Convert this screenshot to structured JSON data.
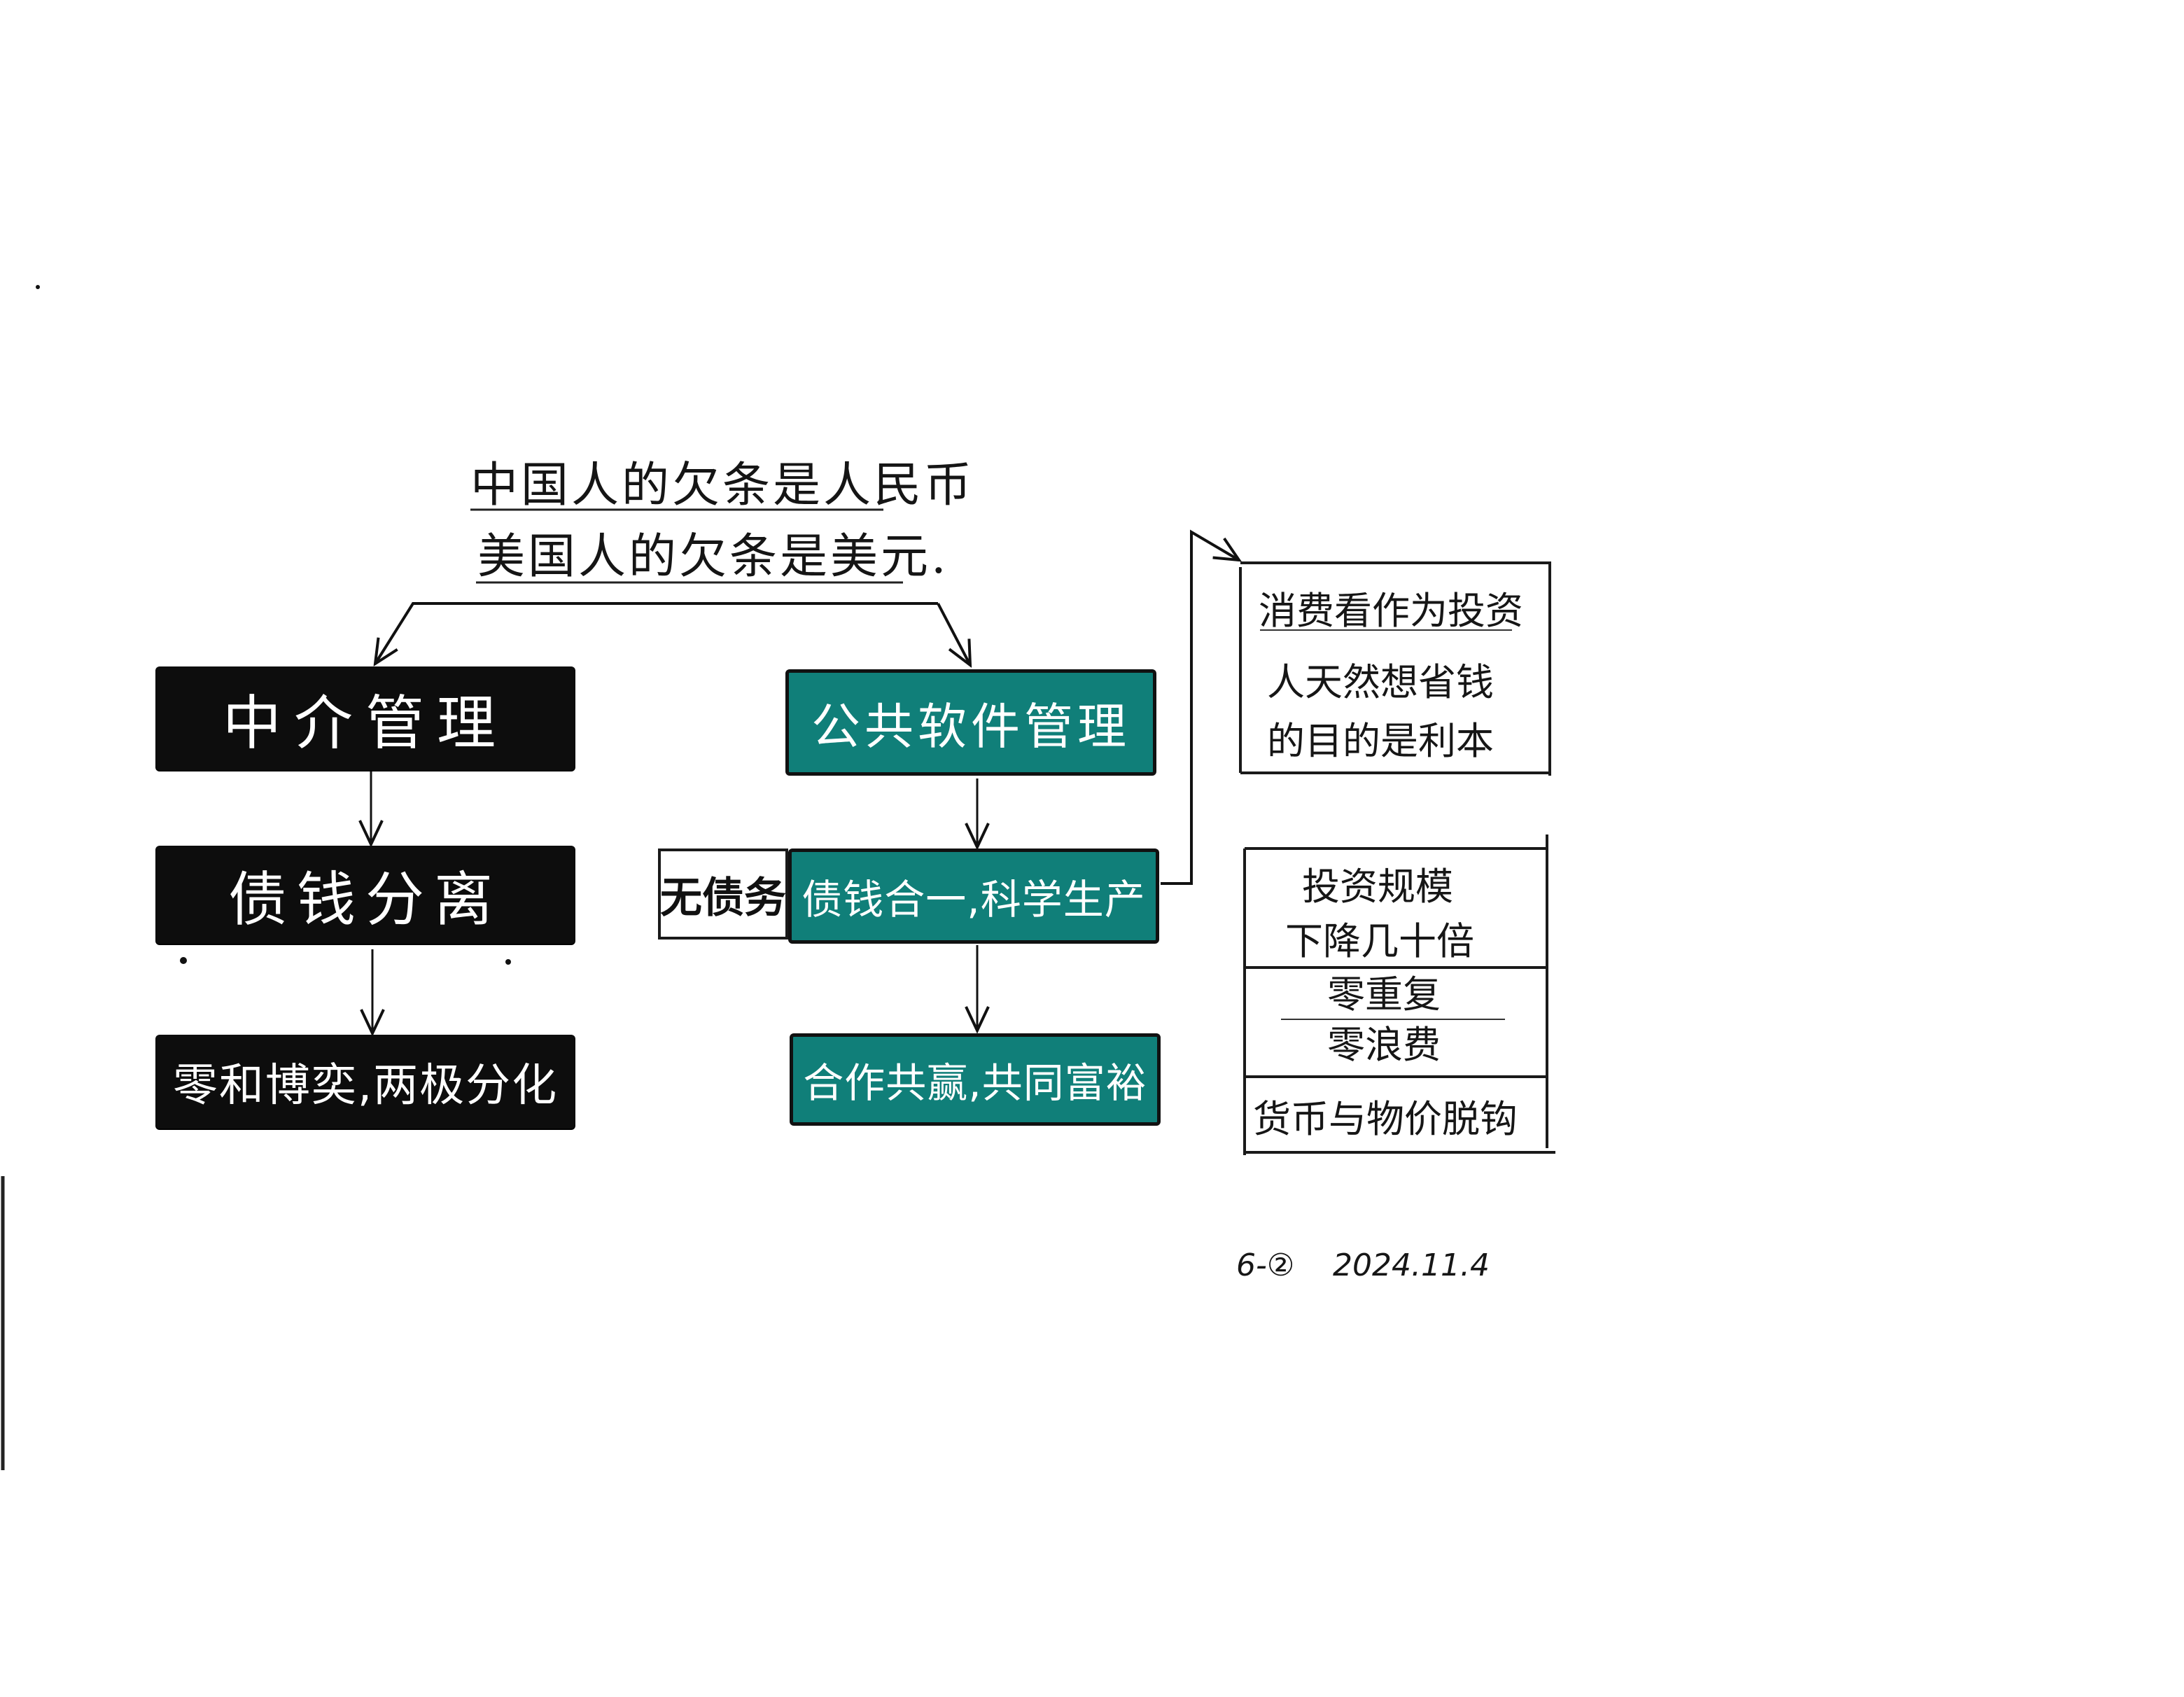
{
  "heading": {
    "line1": "中国人的欠条是人民币",
    "line2": "美国人的欠条是美元."
  },
  "left_column": {
    "box1": "中介管理",
    "box2": "债钱分离",
    "box3": "零和博奕,两极分化"
  },
  "right_column": {
    "box1": "公共软件管理",
    "box2": "债钱合一,科学生产",
    "box3": "合作共赢,共同富裕",
    "side_label": "无债务"
  },
  "note_top": {
    "line1": "消费看作为投资",
    "line2": "人天然想省钱",
    "line3": "的目的是利本"
  },
  "note_bottom": {
    "row1_line1": "投资规模",
    "row1_line2": "下降几十倍",
    "row2_line1": "零重复",
    "row2_line2": "零浪费",
    "row3": "货币与物价脱钩"
  },
  "footer": {
    "id": "6-②",
    "date": "2024.11.4"
  },
  "colors": {
    "ink": "#111111",
    "black_box": "#0d0d0d",
    "teal_box": "#107f79",
    "paper": "#ffffff"
  }
}
